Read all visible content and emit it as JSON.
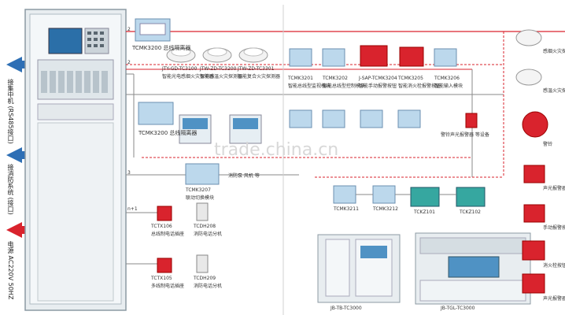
{
  "diagram": {
    "watermark": "trade.china.cn",
    "colors": {
      "red": "#d9232d",
      "blue": "#2e6fb5",
      "line": "#8a8a8a",
      "cabinet": "#e8edf0",
      "device": "#bcd8ec"
    },
    "left_labels": {
      "top_vertical": "接集中机 (RS485接口)",
      "mid_vertical": "接消防系统 (接口)",
      "bottom_vertical": "电源 AC220V 50HZ"
    },
    "bus_marks": [
      "2",
      "2",
      "3",
      "n+1"
    ],
    "top_devices": {
      "repeater": "TCMK3200 总线隔离器",
      "detectors": [
        {
          "code": "JTY-GD-TC3100",
          "desc": "智能光电感烟火灾探测器"
        },
        {
          "code": "JTW-ZD-TC3200",
          "desc": "智能感温火灾探测器"
        },
        {
          "code": "JTW-ZD-TC3301",
          "desc": "智能复合火灾探测器"
        }
      ],
      "modules": [
        {
          "code": "TCMK3201",
          "desc": "智能总线型监视模块"
        },
        {
          "code": "TCMK3202",
          "desc": "智能总线型控制模块"
        },
        {
          "code": "J-SAP-TCMK3204",
          "desc": "智能手动报警按钮"
        },
        {
          "code": "TCMK3205",
          "desc": "智能消火栓报警按钮"
        },
        {
          "code": "TCMK3206",
          "desc": "智能输入模块"
        }
      ]
    },
    "second_row": {
      "repeater": "TCMK3200 总线隔离器",
      "other_text": "警铃声光报警器 等设备"
    },
    "mid_devices": {
      "module_code": "TCMK3207",
      "module_desc": "联动切换模块",
      "note": "消防泵 风机 等"
    },
    "phones": [
      {
        "code": "TCTX106",
        "desc": "总线制电话插座"
      },
      {
        "code": "TCDH208",
        "desc": "消防电话分机"
      },
      {
        "code": "TCTX105",
        "desc": "多线制电话插座"
      },
      {
        "code": "TCDH209",
        "desc": "消防电话分机"
      }
    ],
    "bottom_modules": [
      "TCMK3211",
      "TCMK3212",
      "TCKZ101",
      "TCKZ102"
    ],
    "cabinets": [
      "JB-TB-TC3000",
      "JB-TGL-TC3000"
    ],
    "right_legend": [
      {
        "name": "感烟火灾探测器"
      },
      {
        "name": "感温火灾探测器"
      },
      {
        "name": "警铃"
      },
      {
        "name": "声光报警器"
      },
      {
        "name": "手动报警按钮"
      },
      {
        "name": "消火栓按钮"
      },
      {
        "name": "声光报警器"
      }
    ]
  }
}
